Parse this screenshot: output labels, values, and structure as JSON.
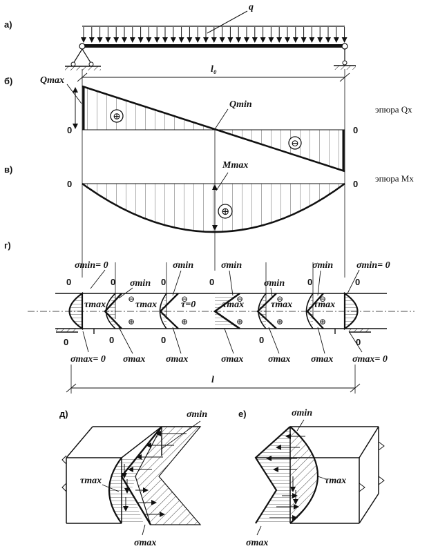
{
  "labels": {
    "a": "а)",
    "b": "б)",
    "v": "в)",
    "g": "г)",
    "d": "д)",
    "e": "е)",
    "q": "q",
    "l0": "l₀",
    "l": "l",
    "Qmax": "Qmax",
    "Qmin": "Qmin",
    "Mmax": "Mmax",
    "epura_Q": "эпюра Qx",
    "epura_M": "эпюра Mx",
    "zero": "0",
    "sigma_min_eq0": "σmin= 0",
    "sigma_max_eq0": "σmax= 0",
    "sigma_min": "σmin",
    "sigma_max": "σmax",
    "tau_max": "τmax",
    "tau_zero": "τ=0",
    "plus": "⊕",
    "minus": "⊖"
  }
}
